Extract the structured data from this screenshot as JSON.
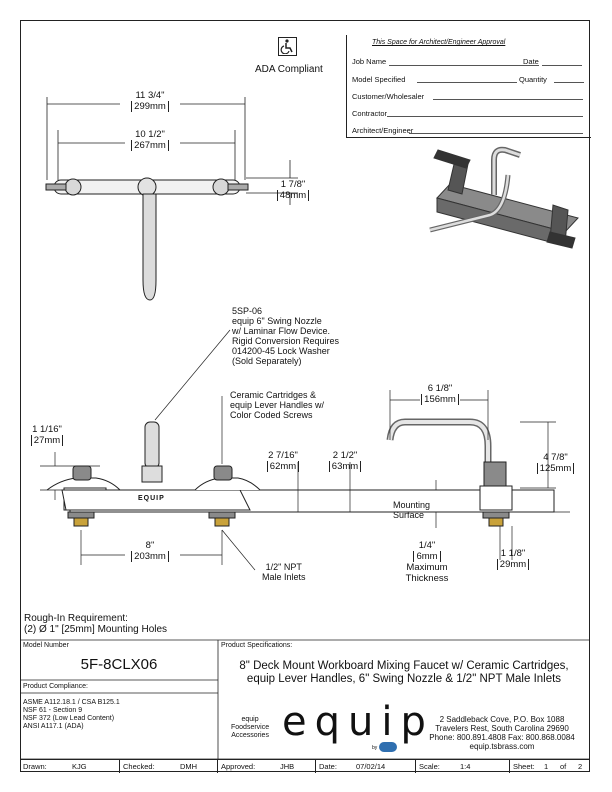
{
  "ada": {
    "label": "ADA Compliant"
  },
  "approval": {
    "title": "This Space for Architect/Engineer Approval",
    "job_name": "Job Name",
    "date": "Date",
    "model_specified": "Model Specified",
    "quantity": "Quantity",
    "customer": "Customer/Wholesaler",
    "contractor": "Contractor",
    "architect": "Architect/Engineer"
  },
  "dims": {
    "overall_in": "11 3/4\"",
    "overall_mm": "299mm",
    "centers_in": "10 1/2\"",
    "centers_mm": "267mm",
    "depth_in": "1 7/8\"",
    "depth_mm": "48mm",
    "spout_reach_in": "6 1/8\"",
    "spout_reach_mm": "156mm",
    "spout_height_in": "4 7/8\"",
    "spout_height_mm": "125mm",
    "handle_height_in": "1 1/16\"",
    "handle_height_mm": "27mm",
    "outlet_height_in": "2 7/16\"",
    "outlet_height_mm": "62mm",
    "body_height_in": "2 1/2\"",
    "body_height_mm": "63mm",
    "inlet_centers_in": "8\"",
    "inlet_centers_mm": "203mm",
    "max_thick_in": "1/4\"",
    "max_thick_mm": "6mm",
    "max_thick_label_1": "Maximum",
    "max_thick_label_2": "Thickness",
    "shank_in": "1 1/8\"",
    "shank_mm": "29mm"
  },
  "callouts": {
    "nozzle": [
      "5SP-06",
      "equip 6\" Swing Nozzle",
      "w/ Laminar Flow Device.",
      "Rigid Conversion Requires",
      "014200-45 Lock Washer",
      "(Sold Separately)"
    ],
    "cartridge": [
      "Ceramic Cartridges &",
      "equip Lever Handles w/",
      "Color Coded Screws"
    ],
    "inlets": [
      "1/2\" NPT",
      "Male Inlets"
    ],
    "mounting": [
      "Mounting",
      "Surface"
    ],
    "brand_mark": "EQUIP"
  },
  "rough_in": {
    "line1": "Rough-In Requirement:",
    "line2": "(2) Ø 1\" [25mm] Mounting Holes"
  },
  "title_block": {
    "model_label": "Model Number",
    "model_number": "5F-8CLX06",
    "spec_label": "Product Specifications:",
    "spec_line1": "8\" Deck Mount Workboard Mixing Faucet w/ Ceramic Cartridges,",
    "spec_line2": "equip Lever Handles, 6\" Swing Nozzle & 1/2\" NPT Male Inlets",
    "compliance_label": "Product Compliance:",
    "compliance": [
      "ASME A112.18.1 / CSA B125.1",
      "NSF 61 - Section 9",
      "NSF 372 (Low Lead Content)",
      "ANSI A117.1 (ADA)"
    ],
    "brand_small": [
      "equip",
      "Foodservice",
      "Accessories"
    ],
    "logo_text": "equip",
    "logo_by": "by",
    "address": [
      "2 Saddleback Cove, P.O. Box 1088",
      "Travelers Rest, South Carolina 29690",
      "Phone: 800.891.4808  Fax: 800.868.0084",
      "equip.tsbrass.com"
    ]
  },
  "footer": {
    "drawn_label": "Drawn:",
    "drawn": "KJG",
    "checked_label": "Checked:",
    "checked": "DMH",
    "approved_label": "Approved:",
    "approved": "JHB",
    "date_label": "Date:",
    "date": "07/02/14",
    "scale_label": "Scale:",
    "scale": "1:4",
    "sheet_label": "Sheet:",
    "sheet": "1",
    "of_label": "of",
    "sheets": "2"
  },
  "colors": {
    "line": "#222222",
    "metal": "#b8b8b8",
    "brass": "#c9a23a",
    "logo_blue": "#2f6fb0"
  }
}
